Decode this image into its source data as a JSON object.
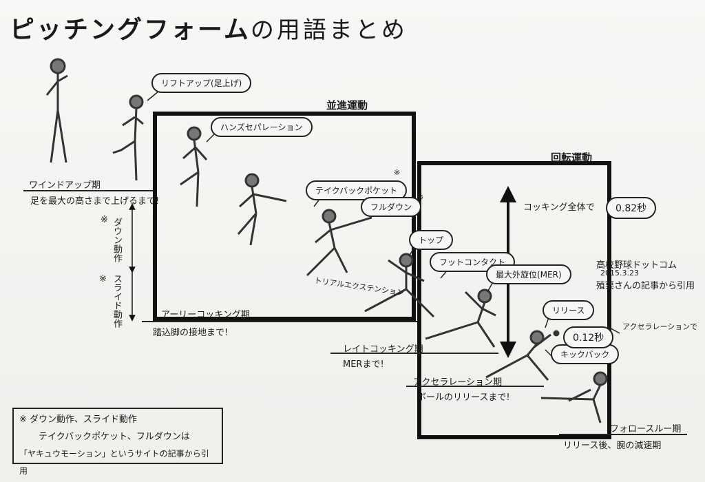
{
  "title": {
    "main": "ピッチングフォーム",
    "sub": "の用語まとめ"
  },
  "regions": {
    "translation": "並進運動",
    "rotation": "回転運動"
  },
  "phases": {
    "windup": {
      "name": "ワインドアップ期",
      "desc": "足を最大の高さまで上げるまで!"
    },
    "early_cocking": {
      "name": "アーリーコッキング期",
      "desc": "踏込脚の接地まで!"
    },
    "late_cocking": {
      "name": "レイトコッキング期",
      "desc": "MERまで!"
    },
    "acceleration": {
      "name": "アクセラレーション期",
      "desc": "ボールのリリースまで!"
    },
    "follow_through": {
      "name": "フォロースルー期",
      "desc": "リリース後、腕の減速期"
    }
  },
  "bubbles": {
    "lift_up": "リフトアップ(足上げ)",
    "hand_separation": "ハンズセパレーション",
    "take_back": "テイクバックポケット",
    "full_down": "フルダウン",
    "top": "トップ",
    "foot_contact": "フットコンタクト",
    "mer": "最大外旋位(MER)",
    "release": "リリース",
    "kickback": "キックバック",
    "trial_extension": "トリアルエクステンション"
  },
  "side_motions": {
    "asterisk": "※",
    "down": "ダウン動作",
    "slide": "スライド動作"
  },
  "timing": {
    "cocking_label": "コッキング全体で",
    "cocking_time": "0.82秒",
    "source": "高校野球ドットコム",
    "date": "2015.3.23",
    "cite": "殖栗さんの記事から引用",
    "accel_label": "アクセラレーションで",
    "accel_time": "0.12秒"
  },
  "footnote": {
    "line1": "※ ダウン動作、スライド動作",
    "line2": "テイクバックポケット、フルダウンは",
    "line3": "「ヤキュウモーション」というサイトの記事から引用"
  }
}
